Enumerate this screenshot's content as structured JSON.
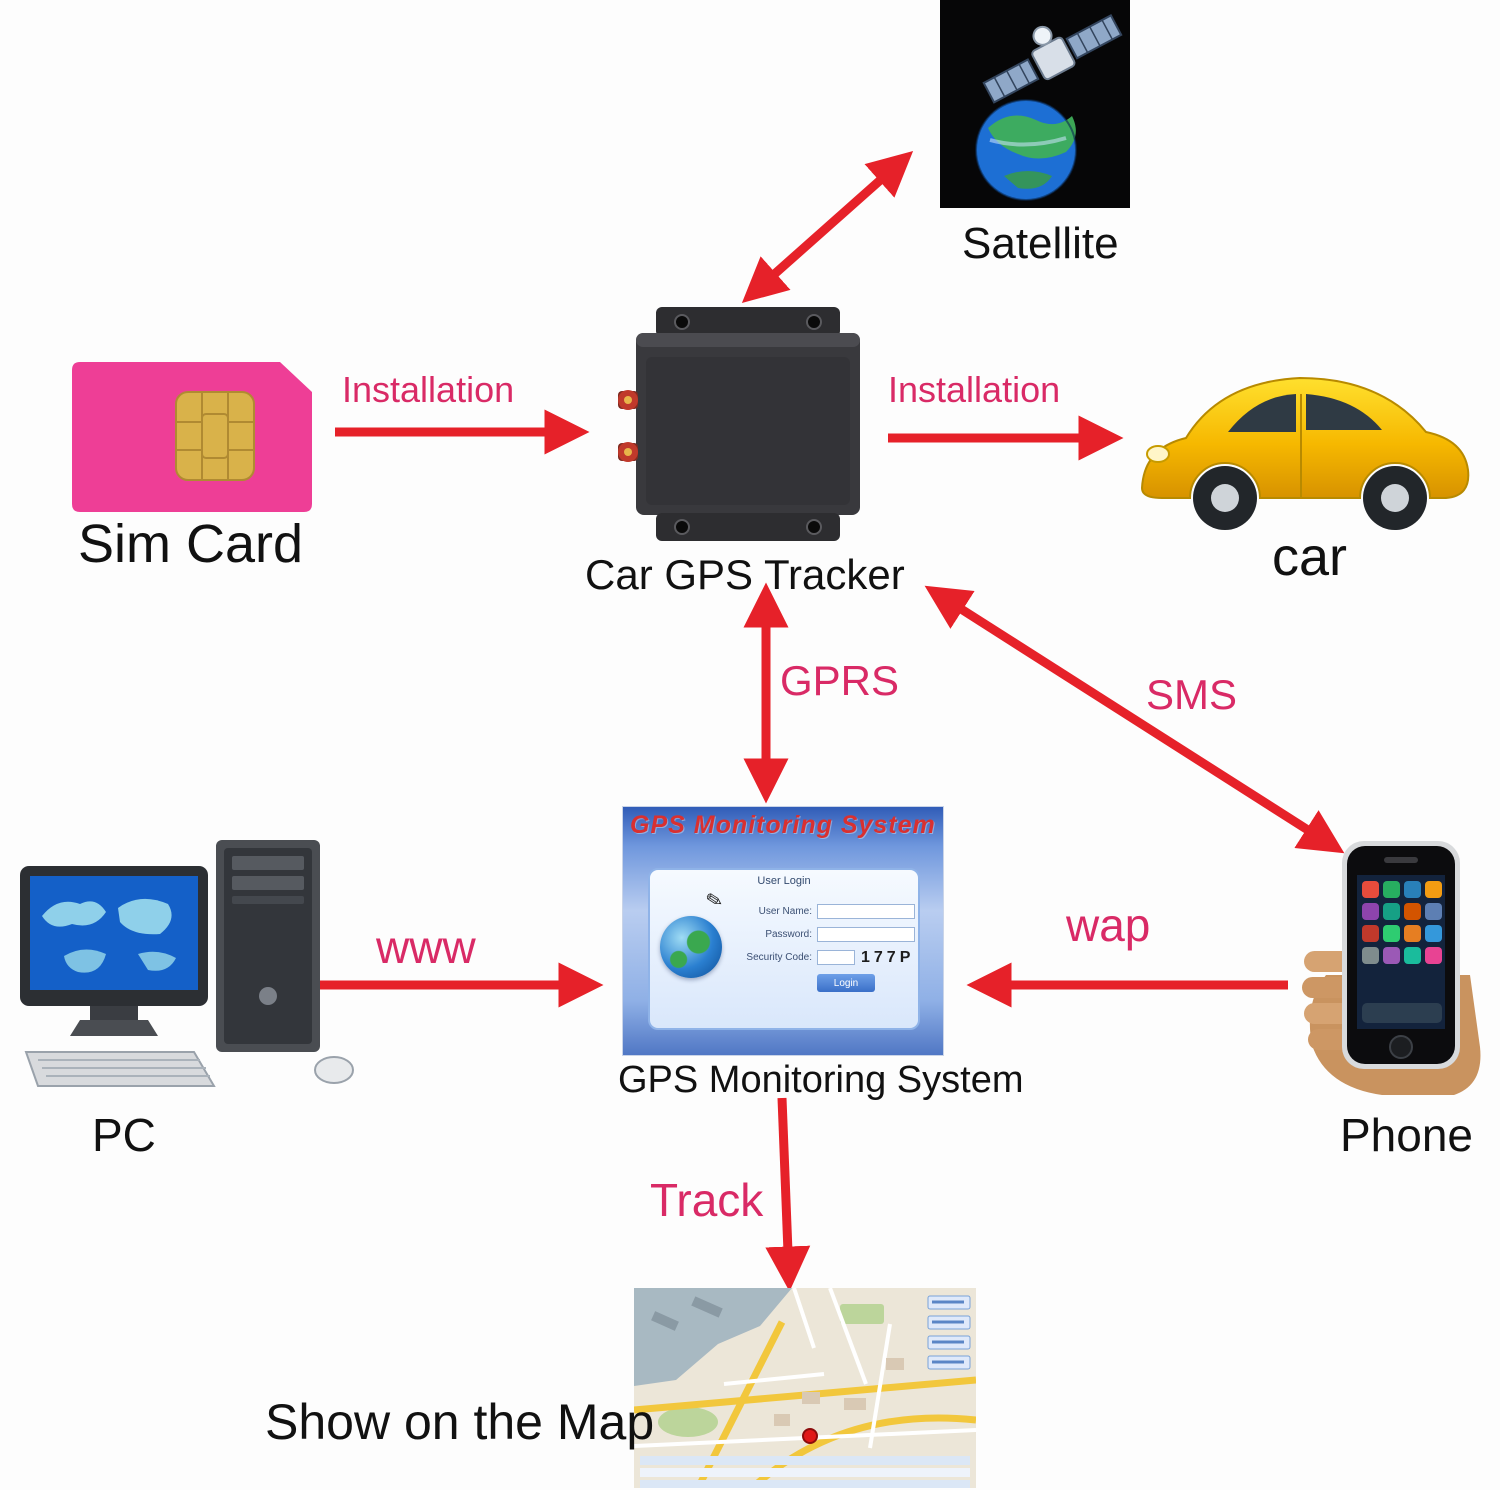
{
  "colors": {
    "arrow": "#e62129",
    "edge-label": "#d92a66",
    "node-label": "#111111"
  },
  "nodes": {
    "satellite": {
      "label": "Satellite"
    },
    "sim_card": {
      "label": "Sim Card"
    },
    "tracker": {
      "label": "Car GPS Tracker"
    },
    "car": {
      "label": "car"
    },
    "monitoring": {
      "label": "GPS Monitoring System"
    },
    "pc": {
      "label": "PC"
    },
    "phone": {
      "label": "Phone"
    },
    "map": {
      "label": "Show on the Map"
    }
  },
  "edges": {
    "sim_install": {
      "label": "Installation"
    },
    "car_install": {
      "label": "Installation"
    },
    "gprs": {
      "label": "GPRS"
    },
    "sms": {
      "label": "SMS"
    },
    "www": {
      "label": "www"
    },
    "wap": {
      "label": "wap"
    },
    "track": {
      "label": "Track"
    }
  },
  "screen": {
    "title": "GPS Monitoring System",
    "user_login": "User Login",
    "user_name": "User Name:",
    "password": "Password:",
    "security_code": "Security Code:",
    "code": "177P",
    "login_button": "Login"
  }
}
